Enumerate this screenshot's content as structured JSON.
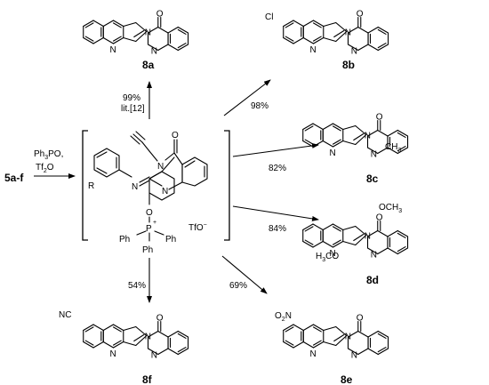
{
  "start_label": "5a-f",
  "reagents": {
    "line1_main": "Ph",
    "line1_sub": "3",
    "line1_tail": "PO,",
    "line2_main": "Tf",
    "line2_sub": "2",
    "line2_tail": "O"
  },
  "intermediate": {
    "R": "R",
    "N_imine": "N",
    "N_ring1": "N",
    "N_ring2": "N",
    "O_carbonyl": "O",
    "O_link": "O",
    "P": "P",
    "P_charge": "+",
    "Ph1": "Ph",
    "Ph2": "Ph",
    "Ph3": "Ph",
    "TfO": "TfO",
    "TfO_charge": "−"
  },
  "products": [
    {
      "id": "8a",
      "yield": "99%",
      "note": "lit.[12]",
      "substituent": ""
    },
    {
      "id": "8b",
      "yield": "98%",
      "substituent": "Cl"
    },
    {
      "id": "8c",
      "yield": "82%",
      "substituent": "CH3",
      "sub_main": "CH",
      "sub_sub": "3"
    },
    {
      "id": "8d",
      "yield": "84%",
      "substituent": "OCH3 / H3CO",
      "sub1_main": "OCH",
      "sub1_sub": "3",
      "sub2_pre": "H",
      "sub2_sub": "3",
      "sub2_main": "CO"
    },
    {
      "id": "8e",
      "yield": "69%",
      "substituent": "O2N",
      "sub_pre": "O",
      "sub_sub": "2",
      "sub_main": "N"
    },
    {
      "id": "8f",
      "yield": "54%",
      "substituent": "NC"
    }
  ],
  "atoms": {
    "N": "N",
    "O": "O"
  }
}
